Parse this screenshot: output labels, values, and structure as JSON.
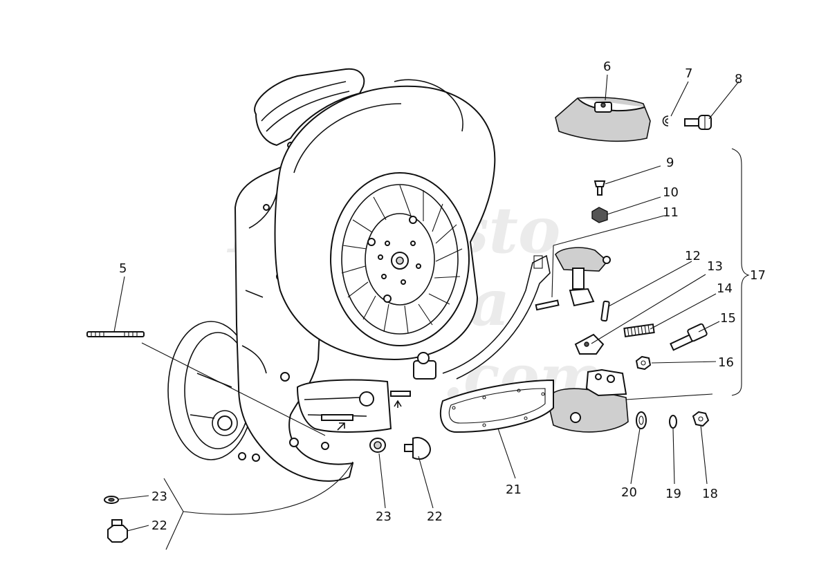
{
  "callouts": {
    "c5": "5",
    "c6": "6",
    "c7": "7",
    "c8": "8",
    "c9": "9",
    "c10": "10",
    "c11": "11",
    "c12": "12",
    "c13": "13",
    "c14": "14",
    "c15": "15",
    "c16": "16",
    "c17": "17",
    "c18": "18",
    "c19": "19",
    "c20": "20",
    "c21": "21",
    "c22a": "22",
    "c22b": "22",
    "c23a": "23",
    "c23b": "23"
  },
  "watermark": {
    "line1": "Repuesto",
    "line2": "Vespa",
    "line3": ".com"
  }
}
